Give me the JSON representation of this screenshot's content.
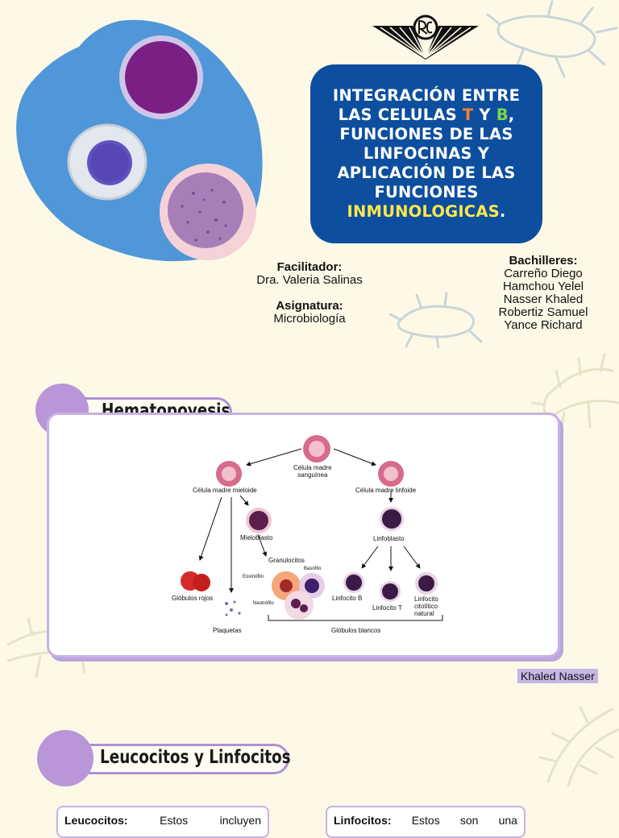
{
  "title": {
    "line1": "INTEGRACIÓN ENTRE",
    "line2_pre": "LAS CELULAS ",
    "line2_t": "T",
    "line2_mid": " Y ",
    "line2_b": "B",
    "line2_post": ",",
    "line3": "FUNCIONES DE LAS",
    "line4": "LINFOCINAS Y",
    "line5": "APLICACIÓN DE LAS",
    "line6": "FUNCIONES",
    "line7": "INMUNOLOGICAS",
    "line7_post": "."
  },
  "facilitador": {
    "label": "Facilitador:",
    "name": "Dra. Valeria Salinas"
  },
  "asignatura": {
    "label": "Asignatura:",
    "name": "Microbiología"
  },
  "bachilleres": {
    "label": "Bachilleres:",
    "names": [
      "Carreño Diego",
      "Hamchou Yelel",
      "Nasser Khaled",
      "Robertiz Samuel",
      "Yance Richard"
    ]
  },
  "section1": {
    "title": "Hematopoyesis"
  },
  "diagram": {
    "labels": {
      "stem": "Célula madre\nsanguínea",
      "myeloid": "Célula madre mieloide",
      "lymphoid": "Célula madre linfoide",
      "myeloblast": "Mieloblasto",
      "lymphoblast": "Linfoblasto",
      "granulocytes": "Granulocitos",
      "basophil": "Basófilo",
      "eosinophil": "Eosinófilo",
      "neutrophil": "Neutrófilo",
      "rbc": "Glóbulos rojos",
      "platelets": "Plaquetas",
      "lymph_b": "Linfocito B",
      "lymph_t": "Linfocito T",
      "nk": "Linfocito\ncitolítico\nnatural",
      "wbc": "Glóbulos blancos"
    }
  },
  "credit": "Khaled Nasser",
  "section2": {
    "title": "Leucocitos y Linfocitos"
  },
  "cards": [
    {
      "bold": "Leucocitos:",
      "words": [
        "Estos",
        "incluyen"
      ]
    },
    {
      "bold": "Linfocitos:",
      "words": [
        "Estos",
        "son",
        "una"
      ]
    }
  ],
  "colors": {
    "title_bg": "#0d4e9e",
    "accent_purple": "#b896d8",
    "cell_blob": "#4f97d8",
    "background": "#fdf9e6"
  }
}
